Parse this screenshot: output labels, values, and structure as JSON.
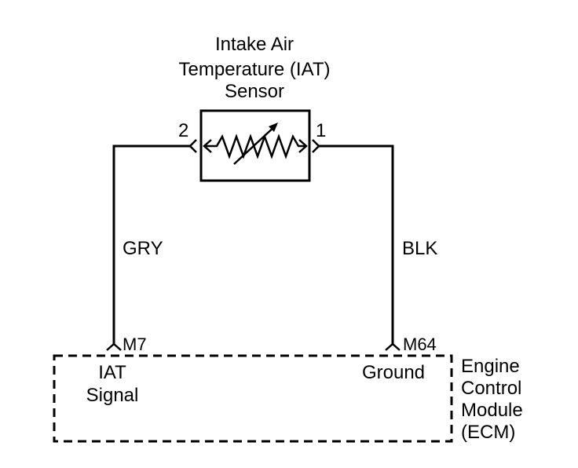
{
  "sensor": {
    "title_lines": [
      "Intake Air",
      "Temperature (IAT)",
      "Sensor"
    ],
    "pin_left": "2",
    "pin_right": "1"
  },
  "wires": {
    "left_color": "GRY",
    "right_color": "BLK"
  },
  "ecm": {
    "pin_left": "M7",
    "pin_right": "M64",
    "left_label_lines": [
      "IAT",
      "Signal"
    ],
    "right_label": "Ground",
    "module_lines": [
      "Engine",
      "Control",
      "Module",
      "(ECM)"
    ]
  },
  "colors": {
    "ink": "#000000",
    "background": "#ffffff"
  }
}
